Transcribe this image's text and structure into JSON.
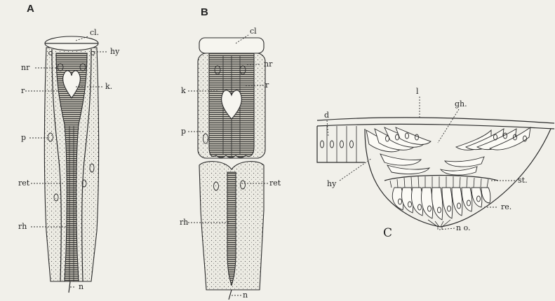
{
  "panels": {
    "A": {
      "letter": "A",
      "labels": {
        "cl": "cl.",
        "hy": "hy",
        "nr": "nr",
        "r": "r",
        "k": "k.",
        "p": "p",
        "ret": "ret",
        "rh": "rh",
        "n": "n"
      }
    },
    "B": {
      "letter": "B",
      "labels": {
        "cl": "cl",
        "nr": "nr",
        "k": "k",
        "r": "r",
        "p": "p",
        "ret": "ret",
        "rh": "rh",
        "n": "n"
      }
    },
    "C": {
      "letter": "C",
      "labels": {
        "l": "l",
        "gh": "gh.",
        "d": "d",
        "hy": "hy",
        "st": "st.",
        "re": "re.",
        "no": "n o."
      }
    }
  }
}
